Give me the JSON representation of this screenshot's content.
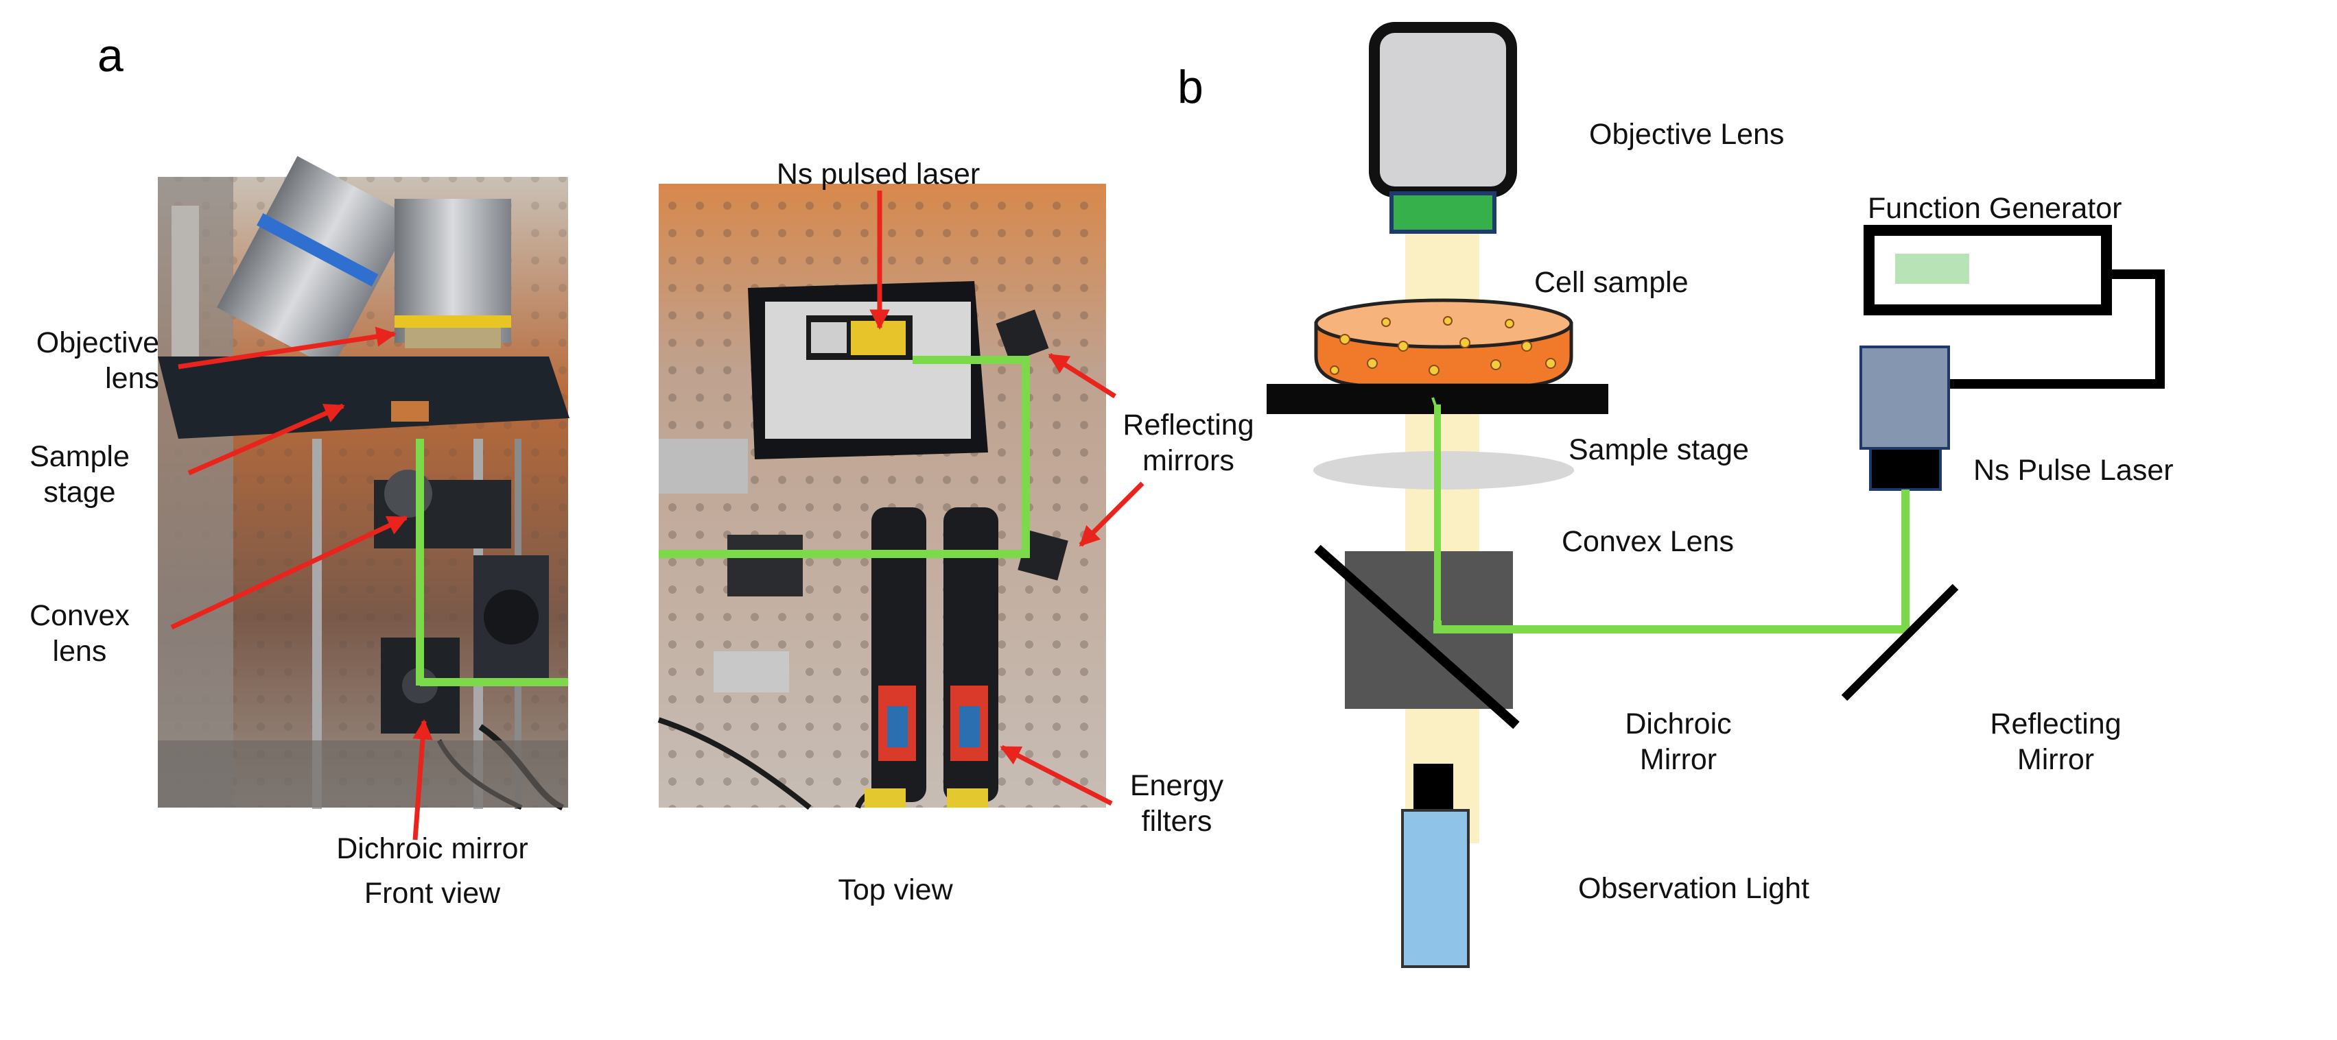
{
  "panel_a": {
    "letter": "a",
    "labels": {
      "objective_lens": [
        "Objective",
        "lens"
      ],
      "sample_stage": [
        "Sample",
        "stage"
      ],
      "convex_lens": [
        "Convex",
        "lens"
      ],
      "dichroic_mirror": "Dichroic mirror",
      "front_view": "Front view",
      "ns_pulsed_laser": "Ns pulsed laser",
      "reflecting_mirrors": [
        "Reflecting",
        "mirrors"
      ],
      "energy_filters": [
        "Energy",
        "filters"
      ],
      "top_view": "Top view"
    }
  },
  "panel_b": {
    "letter": "b",
    "labels": {
      "objective_lens": "Objective Lens",
      "function_generator": "Function Generator",
      "cell_sample": "Cell sample",
      "sample_stage": "Sample stage",
      "ns_pulse_laser": "Ns Pulse Laser",
      "convex_lens": "Convex Lens",
      "dichroic_mirror": [
        "Dichroic",
        "Mirror"
      ],
      "reflecting_mirror": [
        "Reflecting",
        "Mirror"
      ],
      "observation_light": "Observation Light"
    }
  },
  "colors": {
    "laser_beam": "#7cd94a",
    "annotation_arrow": "#e8241c",
    "observation_beam": "#fbefc4",
    "objective_body": "#d3d3d5",
    "objective_tip": "#35b04a",
    "laser_body": "#8496b0",
    "observation_light": "#8fc3e8",
    "dichroic_cube": "#555555",
    "sample_dish": "#f07a2a"
  }
}
